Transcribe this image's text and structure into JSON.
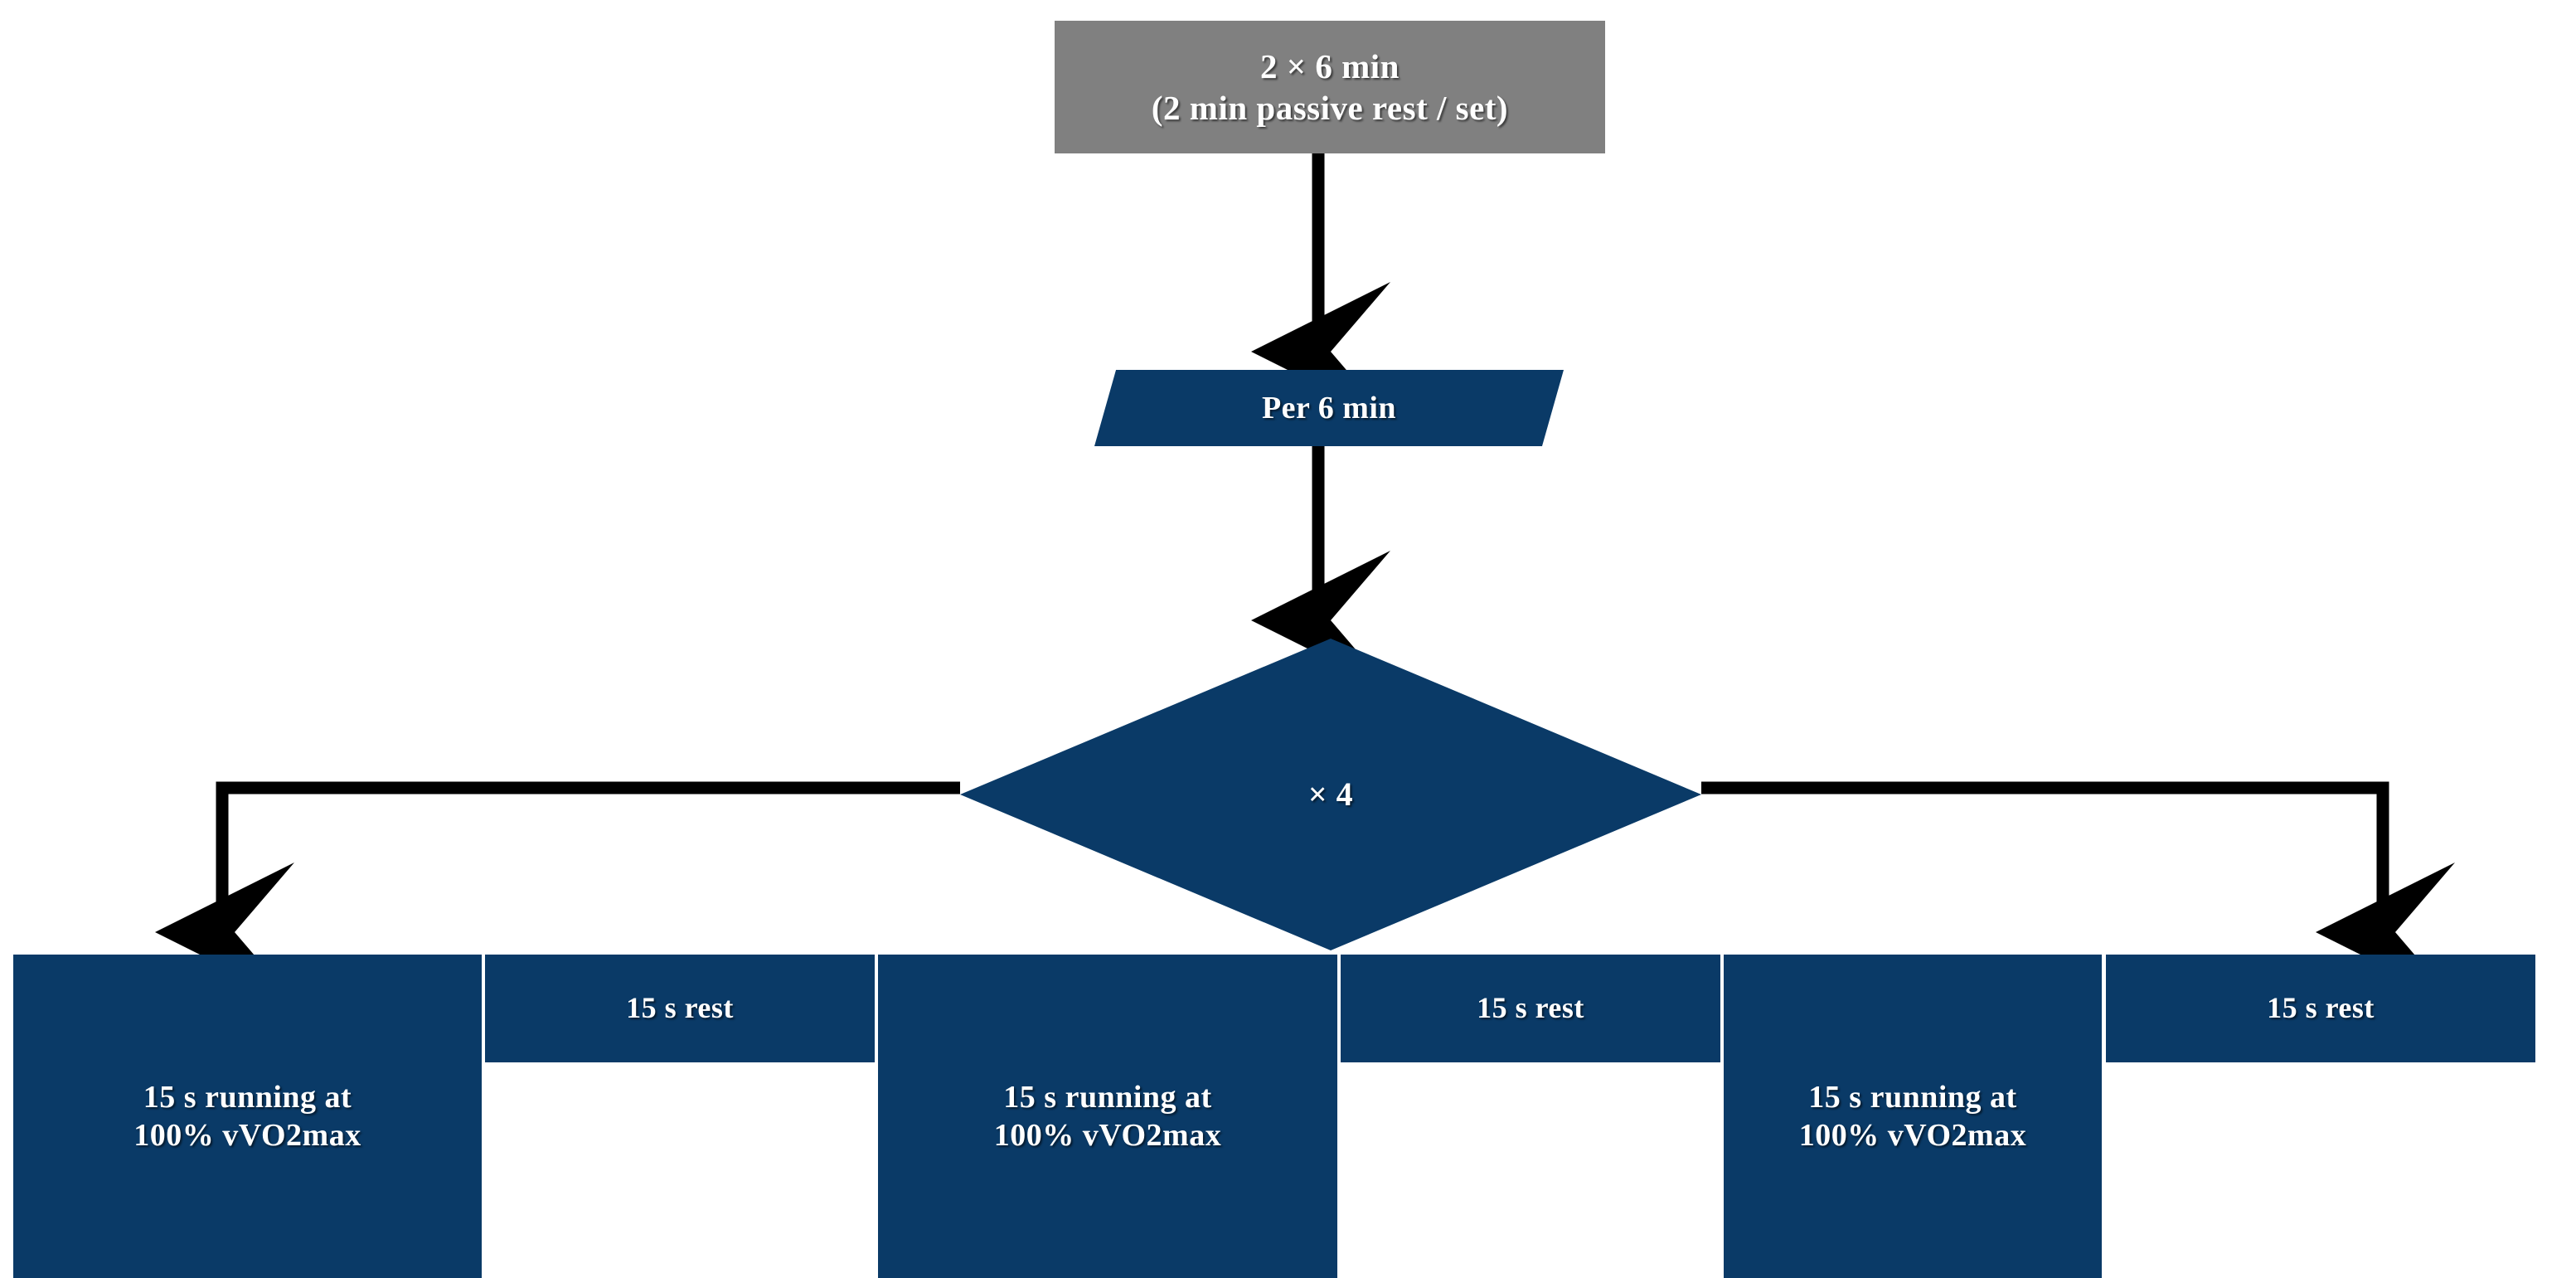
{
  "diagram": {
    "title": "HIIT running protocol flowchart",
    "colors": {
      "primary_blue": "#0a3a67",
      "gray": "#808080",
      "connector_black": "#000000",
      "text_white": "#ffffff",
      "background": "#ffffff"
    },
    "nodes": {
      "session": {
        "type": "process-gray",
        "line1": "2 × 6 min",
        "line2": "(2 min passive rest / set)",
        "text": "2 × 6 min\n(2 min passive rest / set)"
      },
      "per_block": {
        "type": "parallelogram",
        "text": "Per 6 min"
      },
      "repeat": {
        "type": "decision-diamond",
        "text": "× 4"
      },
      "run_1": {
        "type": "process-blue",
        "line1": "15 s running at",
        "line2": "100% vVO2max",
        "text": "15 s running at\n100% vVO2max"
      },
      "rest_1": {
        "type": "process-blue",
        "text": "15 s rest"
      },
      "run_2": {
        "type": "process-blue",
        "line1": "15 s running at",
        "line2": "100% vVO2max",
        "text": "15 s running at\n100% vVO2max"
      },
      "rest_2": {
        "type": "process-blue",
        "text": "15 s rest"
      },
      "run_3": {
        "type": "process-blue",
        "line1": "15 s running at",
        "line2": "100% vVO2max",
        "text": "15 s running at\n100% vVO2max"
      },
      "rest_3": {
        "type": "process-blue",
        "text": "15 s rest"
      }
    },
    "connectors": [
      {
        "name": "session-to-per-block",
        "from": "session",
        "to": "per_block",
        "style": "vertical-arrow"
      },
      {
        "name": "per-block-to-repeat",
        "from": "per_block",
        "to": "repeat",
        "style": "vertical-arrow"
      },
      {
        "name": "repeat-left-branch",
        "from": "repeat",
        "to": "run_1",
        "style": "elbow-left-down-arrow"
      },
      {
        "name": "repeat-right-branch",
        "from": "repeat",
        "to": "rest_3",
        "style": "elbow-right-down-arrow"
      }
    ]
  }
}
